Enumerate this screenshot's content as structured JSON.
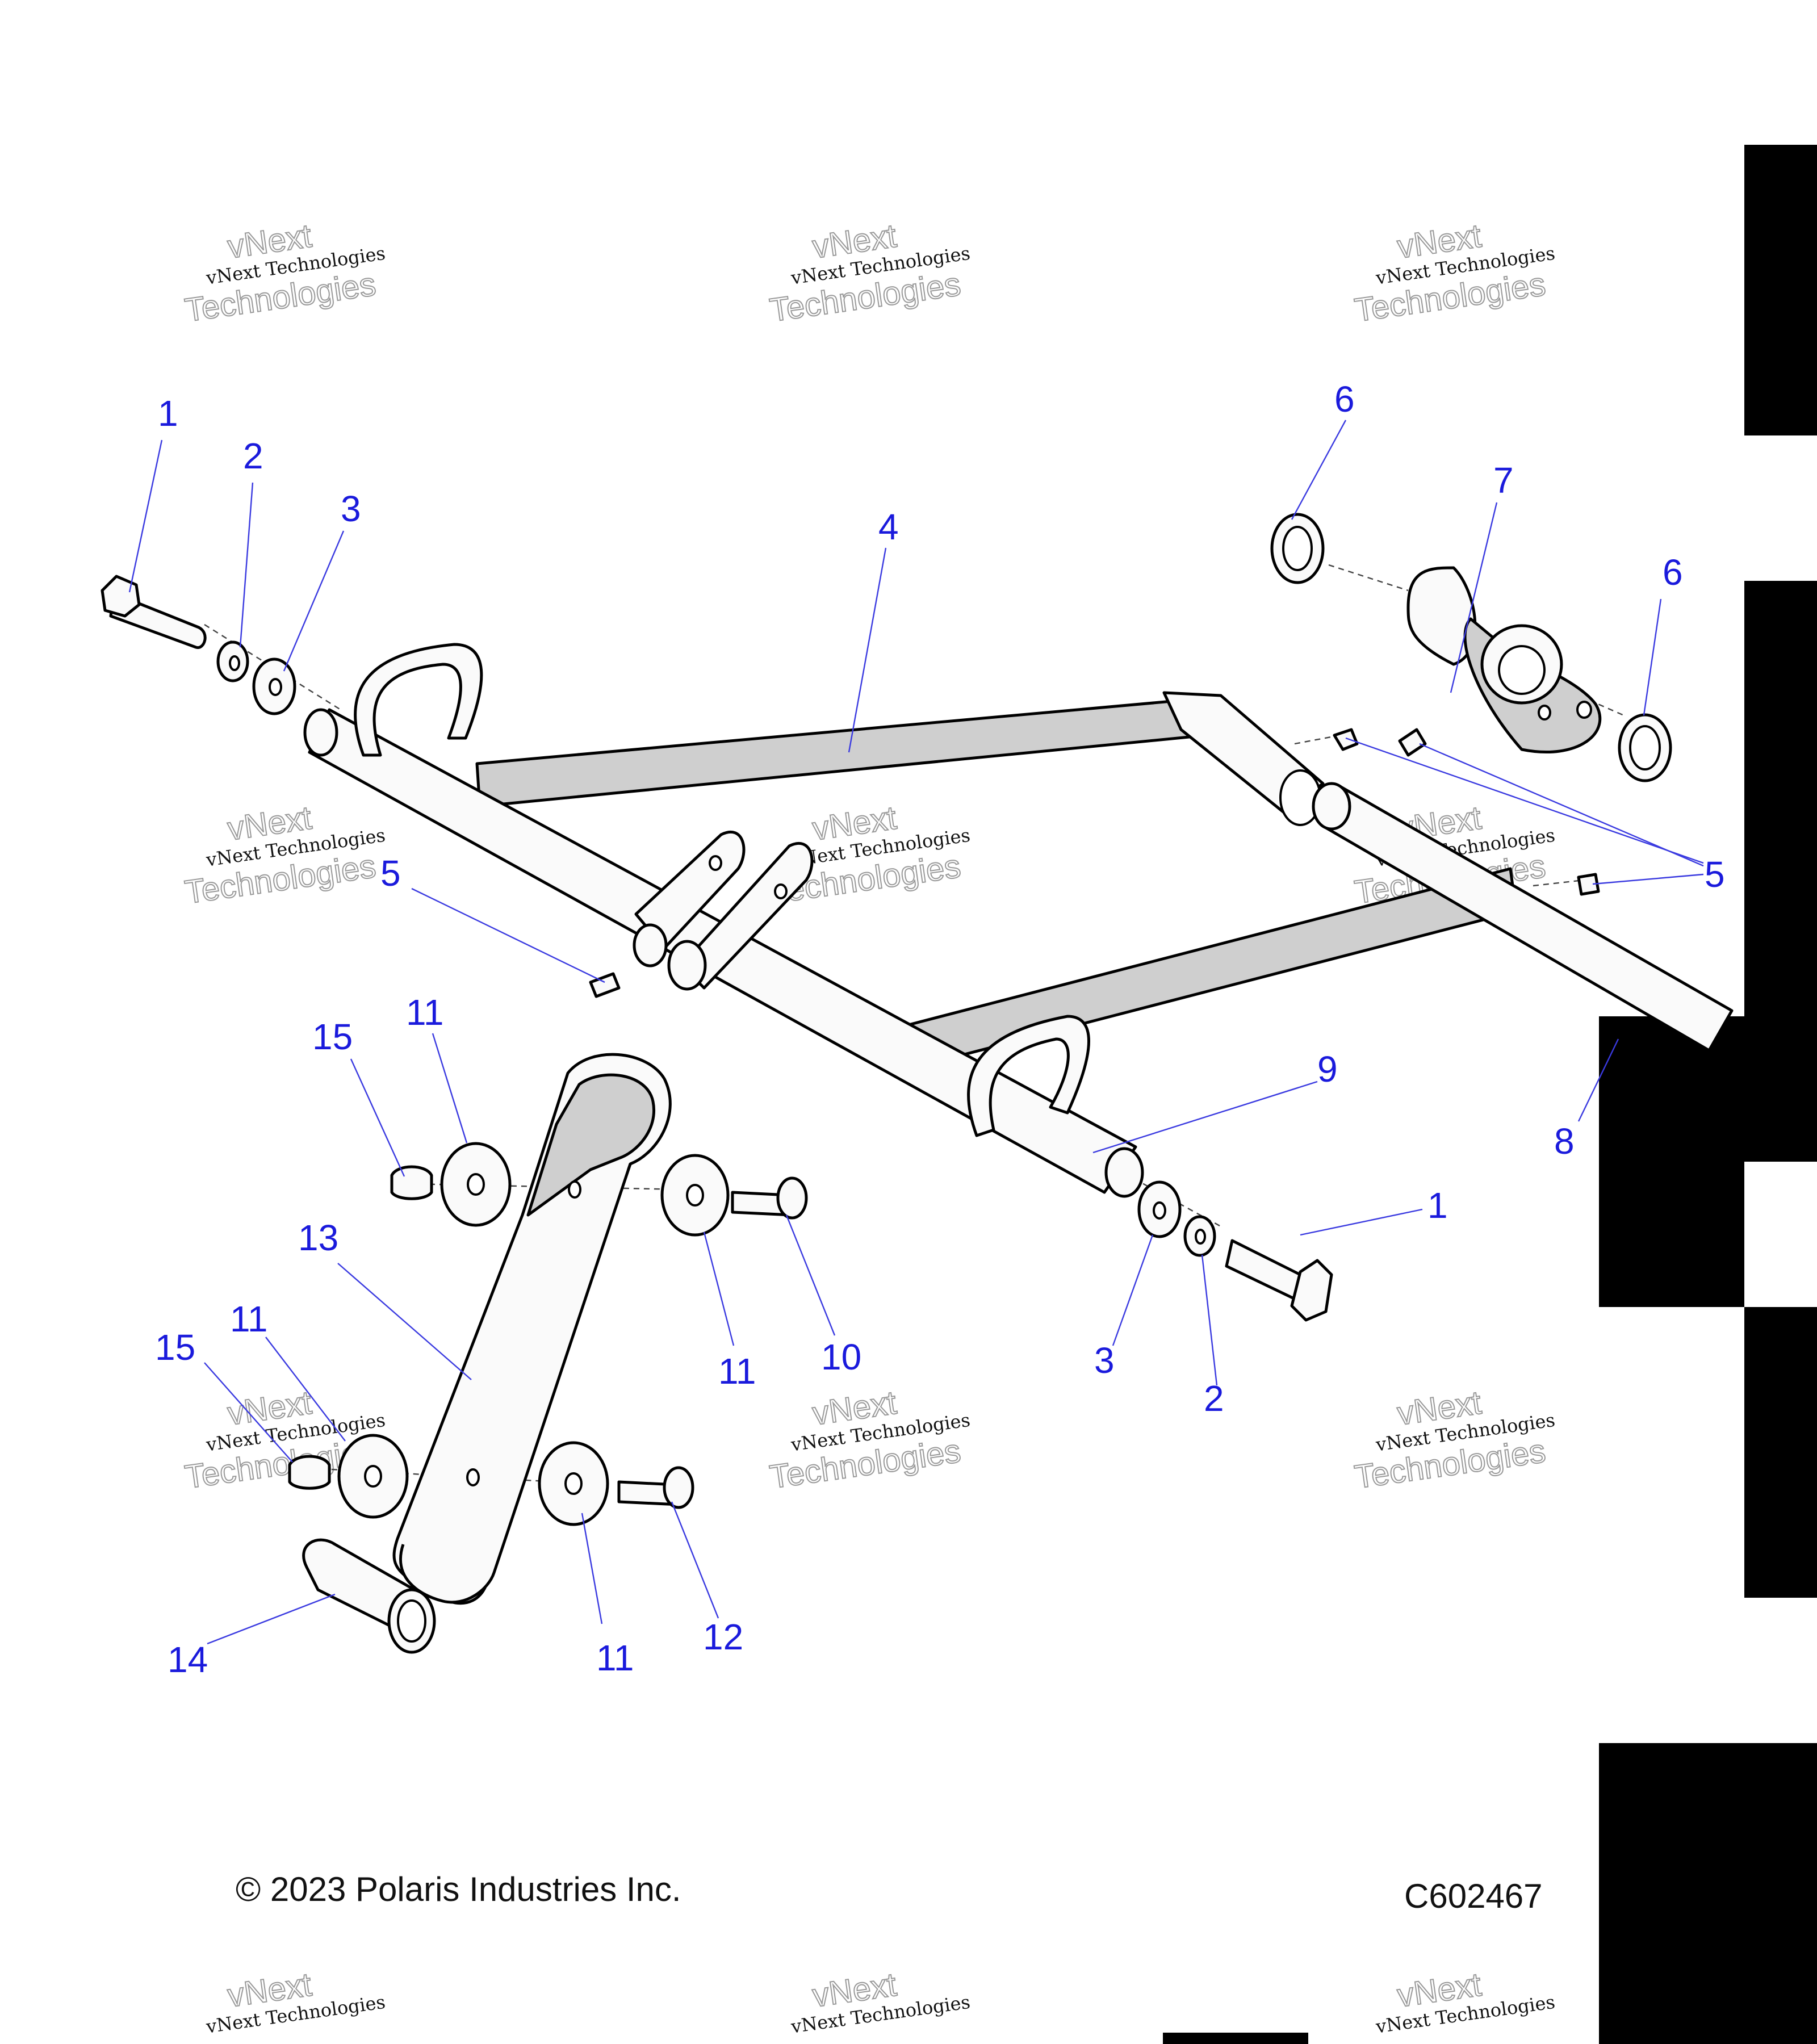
{
  "diagram": {
    "callouts": {
      "c1a": "1",
      "c2a": "2",
      "c3a": "3",
      "c4": "4",
      "c5a": "5",
      "c6a": "6",
      "c7": "7",
      "c6b": "6",
      "c5b": "5",
      "c8": "8",
      "c9": "9",
      "c1b": "1",
      "c3b": "3",
      "c2b": "2",
      "c15a": "15",
      "c11a": "11",
      "c11b": "11",
      "c10": "10",
      "c13": "13",
      "c11c": "11",
      "c15b": "15",
      "c11d": "11",
      "c12": "12",
      "c14": "14"
    },
    "watermark": {
      "line1": "vNext Technologies",
      "line2": "Technologies",
      "line3": "vNext"
    },
    "footer": {
      "copyright": "© 2023 Polaris Industries Inc.",
      "drawing_number": "C602467"
    },
    "colors": {
      "callout": "#1a1adc",
      "line": "#000000"
    }
  }
}
